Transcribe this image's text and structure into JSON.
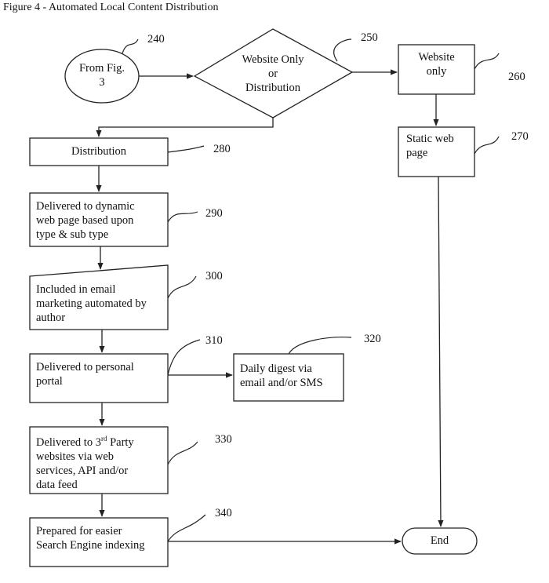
{
  "figure_title": "Figure 4 - Automated Local Content Distribution",
  "nodes": {
    "from_fig3": {
      "label": "From Fig. 3",
      "ref": "240"
    },
    "decision": {
      "line1": "Website Only",
      "line2": "or",
      "line3": "Distribution",
      "ref": "250"
    },
    "website_only": {
      "line1": "Website",
      "line2": "only",
      "ref": "260"
    },
    "static_web_page": {
      "line1": "Static web",
      "line2": "page",
      "ref": "270"
    },
    "distribution": {
      "label": "Distribution",
      "ref": "280"
    },
    "dynamic_web_page": {
      "line1": "Delivered to dynamic",
      "line2": "web page based upon",
      "line3": "type & sub type",
      "ref": "290"
    },
    "email_marketing": {
      "line1": "Included in email",
      "line2": "marketing automated by",
      "line3": "author",
      "ref": "300"
    },
    "personal_portal": {
      "line1": "Delivered to personal",
      "line2": "portal",
      "ref": "310"
    },
    "daily_digest": {
      "line1": "Daily digest via",
      "line2": "email and/or SMS",
      "ref": "320"
    },
    "third_party": {
      "line1a": "Delivered to 3",
      "line1sup": "rd",
      "line1b": " Party",
      "line2": "websites via web",
      "line3": "services, API and/or",
      "line4": "data feed",
      "ref": "330"
    },
    "search_engine": {
      "line1": "Prepared for easier",
      "line2": "Search Engine indexing",
      "ref": "340"
    },
    "end": {
      "label": "End"
    }
  }
}
